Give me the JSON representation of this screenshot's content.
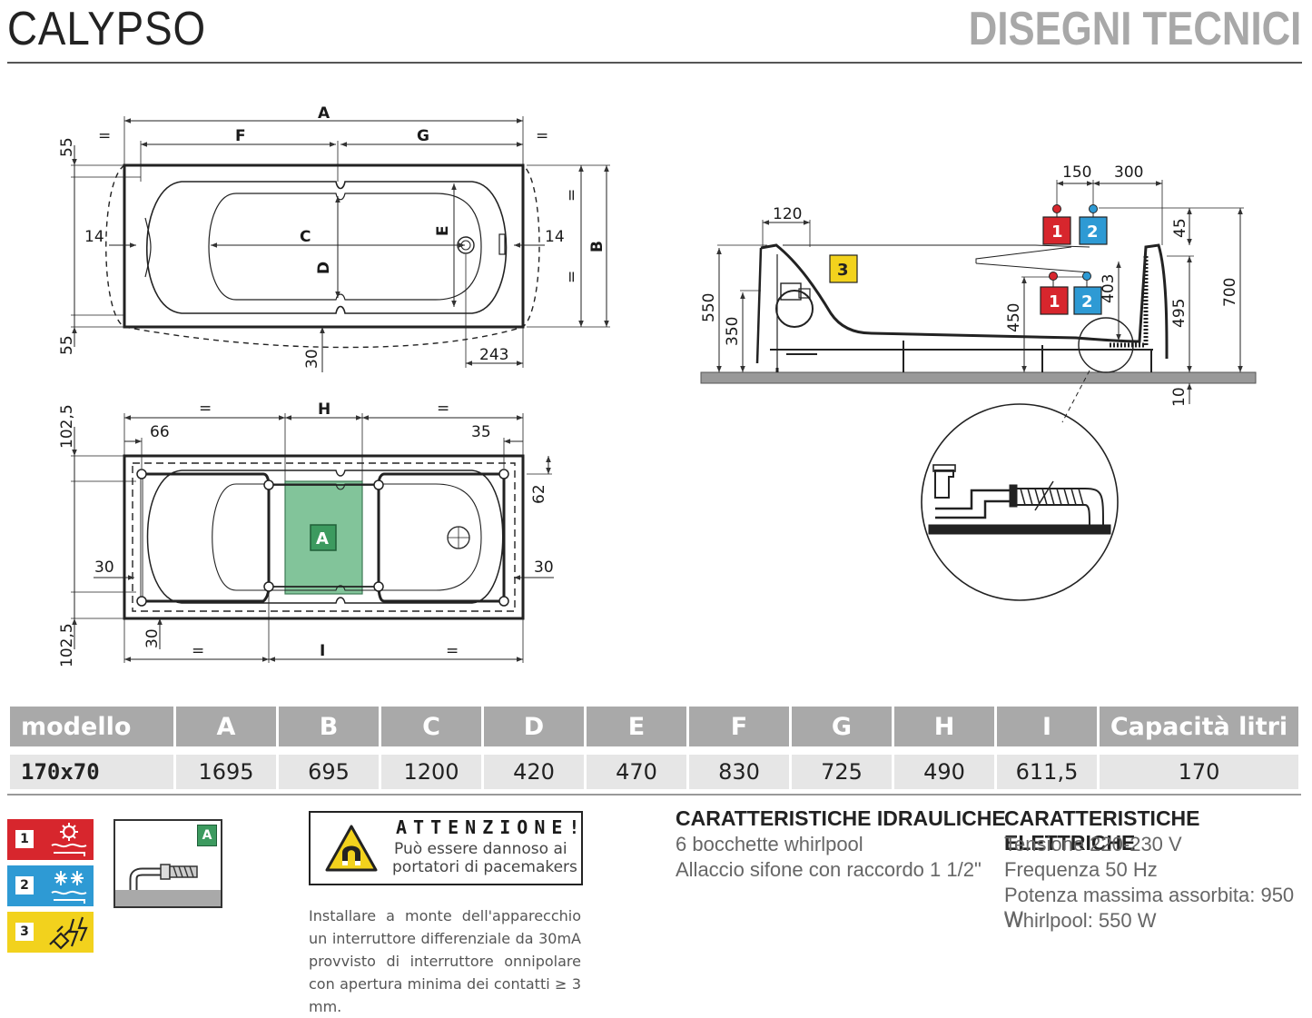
{
  "header": {
    "brand": "CALYPSO",
    "section": "DISEGNI TECNICI"
  },
  "top_view": {
    "dim_a": "A",
    "dim_f": "F",
    "dim_g": "G",
    "dim_b": "B",
    "dim_c": "C",
    "dim_d": "D",
    "dim_e": "E",
    "eq_left": "=",
    "eq_right": "=",
    "eq_side_top": "=",
    "eq_side_bottom": "=",
    "v55_top": "55",
    "v55_bottom": "55",
    "v14_left": "14",
    "v14_right": "14",
    "v30": "30",
    "v243": "243"
  },
  "bottom_view": {
    "dim_h": "H",
    "dim_i": "I",
    "badge_a": "A",
    "eq_top_left": "=",
    "eq_top_right": "=",
    "eq_bottom_left": "=",
    "eq_bottom_right": "=",
    "v102_top": "102,5",
    "v102_bottom": "102,5",
    "v66": "66",
    "v35": "35",
    "v62": "62",
    "v30_left": "30",
    "v30_right": "30",
    "v30_bottom": "30"
  },
  "side_view": {
    "v150": "150",
    "v300": "300",
    "v120": "120",
    "v45": "45",
    "v700": "700",
    "v550": "550",
    "v350": "350",
    "v450": "450",
    "v403": "403",
    "v495": "495",
    "v10": "10",
    "badge_1": "1",
    "badge_2": "2",
    "badge_3": "3"
  },
  "table": {
    "headers": [
      "modello",
      "A",
      "B",
      "C",
      "D",
      "E",
      "F",
      "G",
      "H",
      "I",
      "Capacità litri"
    ],
    "rows": [
      [
        "170x70",
        "1695",
        "695",
        "1200",
        "420",
        "470",
        "830",
        "725",
        "490",
        "611,5",
        "170"
      ]
    ]
  },
  "legend": {
    "items": [
      {
        "num": "1",
        "color": "#d7262d",
        "icon": "sun-water-icon"
      },
      {
        "num": "2",
        "color": "#2e9ad4",
        "icon": "snowflake-water-icon"
      },
      {
        "num": "3",
        "color": "#f2d21d",
        "icon": "electric-plug-icon"
      }
    ],
    "drain_badge": "A"
  },
  "warning": {
    "title": "ATTENZIONE!",
    "line1": "Può essere dannoso ai",
    "line2": "portatori di pacemakers"
  },
  "install_note": "Installare a monte dell'apparecchio un interruttore differenziale da 30mA provvisto di interruttore onnipolare con apertura minima dei contatti ≥ 3 mm.",
  "hydraulic": {
    "title": "CARATTERISTICHE IDRAULICHE",
    "lines": [
      "6 bocchette whirlpool",
      "Allaccio sifone con raccordo 1 1/2\""
    ]
  },
  "electric": {
    "title": "CARATTERISTICHE ELETTRICHE",
    "lines": [
      "Tensione 220-230 V",
      "Frequenza 50 Hz",
      "Potenza massima assorbita: 950 W",
      "Whirlpool: 550 W"
    ]
  },
  "colors": {
    "red": "#d7262d",
    "blue": "#2e9ad4",
    "yellow": "#f2d21d",
    "green": "#82c49a",
    "gray_header": "#a9a9a9"
  }
}
